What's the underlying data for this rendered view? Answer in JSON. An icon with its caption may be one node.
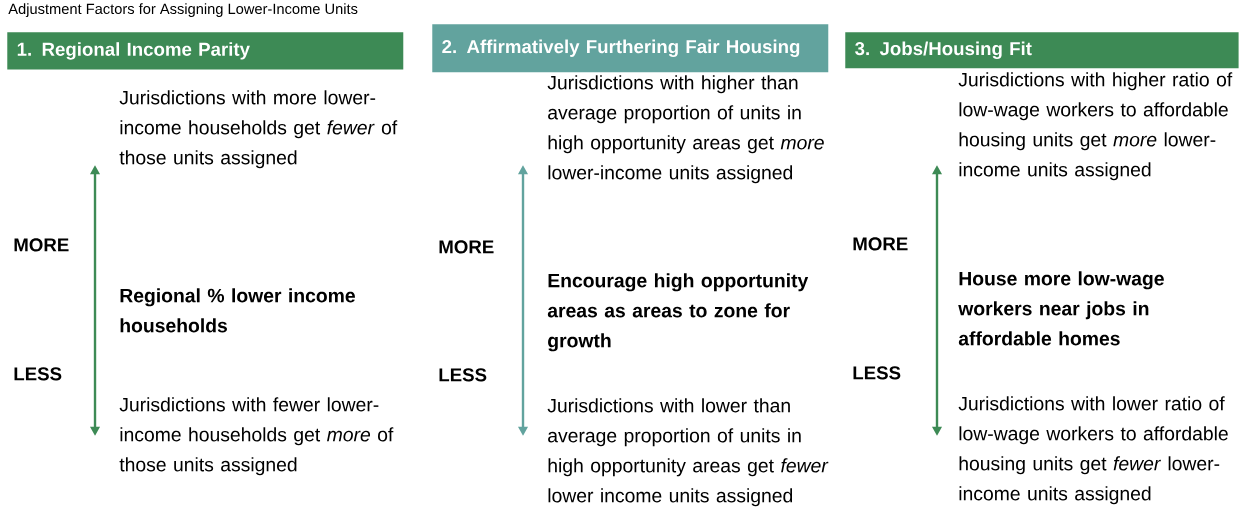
{
  "diagram": {
    "title": "Adjustment Factors for Assigning Lower-Income Units",
    "nodes": [
      {
        "text": [
          "1. Regional Income Parity"
        ]
      },
      {
        "text": [
          "2. Affirmatively Furthering Fair Housing"
        ]
      },
      {
        "text": [
          "3. Jobs/Housing Fit"
        ]
      }
    ],
    "labels": [
      "Jurisdictions with more lower-income households get *fewer* of those units assigned",
      "MORE",
      "Regional % lower income households",
      "LESS",
      "Jurisdictions with fewer lower-income households get *more* of those units assigned",
      "Jurisdictions with higher than average proportion of units in high opportunity areas get *more* lower-income units assigned",
      "MORE",
      "Encourage high opportunity areas as areas to zone for growth",
      "LESS",
      "Jurisdictions with lower than average proportion of units in high opportunity areas get *fewer* lower income units assigned",
      "Jurisdictions with higher ratio of low-wage workers to affordable housing units get *more* lower-income units assigned",
      "MORE",
      "House more low-wage workers near jobs in affordable homes",
      "LESS",
      "Jurisdictions with lower ratio of low-wage workers to affordable housing units get *fewer* lower-income units assigned"
    ]
  }
}
